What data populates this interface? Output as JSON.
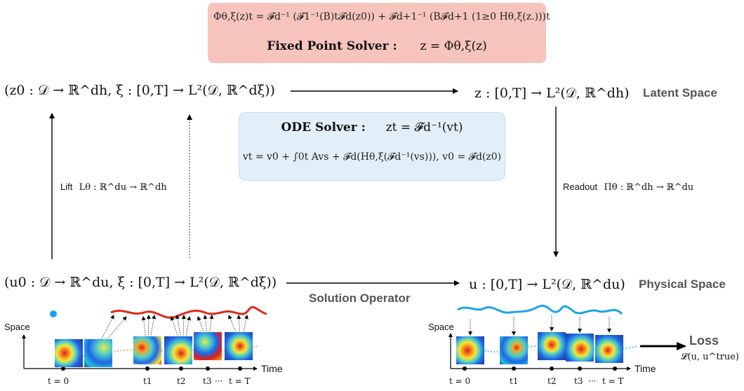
{
  "fixed_point": {
    "equation": "Φθ,ξ(z)t = 𝓕d⁻¹ (𝓕1⁻¹(B)t𝓕d(z0)) + 𝓕d+1⁻¹ (B𝓕d+1 (1≥0 Hθ,ξ(z.)))t",
    "title": "Fixed Point Solver :",
    "relation": "z = Φθ,ξ(z)"
  },
  "latent": {
    "initial": "(z0 : 𝒟 → ℝ^dh,   ξ : [0,T] → L²(𝒟, ℝ^dξ))",
    "result": "z : [0,T] → L²(𝒟, ℝ^dh)",
    "label": "Latent Space"
  },
  "ode": {
    "title": "ODE Solver :",
    "relation": "zt = 𝓕d⁻¹(vt)",
    "integral": "vt = v0 + ∫0t Avs + 𝓕d(Hθ,ξ(𝓕d⁻¹(vs))),   v0 = 𝓕d(z0)"
  },
  "lift": {
    "label": "Lift",
    "formula": "Lθ : ℝ^du → ℝ^dh"
  },
  "readout": {
    "label": "Readout",
    "formula": "Πθ : ℝ^dh → ℝ^du"
  },
  "physical": {
    "initial": "(u0 : 𝒟 → ℝ^du,   ξ : [0,T] → L²(𝒟, ℝ^dξ))",
    "result": "u : [0,T] → L²(𝒟, ℝ^du)",
    "label": "Physical Space"
  },
  "solution_operator": "Solution Operator",
  "left_plot": {
    "y_label": "Space",
    "x_label": "Time",
    "ticks": [
      "t = 0",
      "t1",
      "t2",
      "t3",
      "···",
      "t = T"
    ]
  },
  "right_plot": {
    "y_label": "Space",
    "x_label": "Time",
    "ticks": [
      "t = 0",
      "t1",
      "t2",
      "t3",
      "···",
      "t = T"
    ]
  },
  "loss": {
    "title": "Loss",
    "formula": "𝓛(u, u^true)"
  },
  "colors": {
    "fixed_point_box": "#f6c4bd",
    "ode_box": "#e3eff8",
    "noise_path": "#dd2a1c",
    "solution_path": "#1ba3e8",
    "trajectory": "#f08a24",
    "initial_dot": "#1ba3e8",
    "section_label": "#555555"
  }
}
